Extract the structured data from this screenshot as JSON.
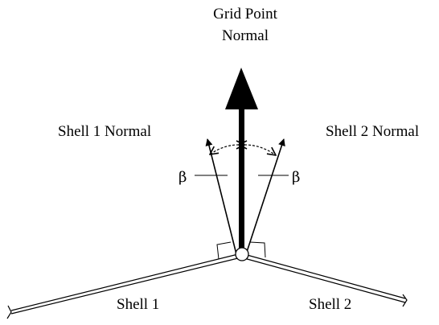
{
  "labels": {
    "grid_point_normal_line1": "Grid Point",
    "grid_point_normal_line2": "Normal",
    "shell1_normal": "Shell 1 Normal",
    "shell2_normal": "Shell 2 Normal",
    "beta_left": "β",
    "beta_right": "β",
    "shell1": "Shell 1",
    "shell2": "Shell 2"
  },
  "colors": {
    "ink": "#000000",
    "background": "#ffffff"
  }
}
